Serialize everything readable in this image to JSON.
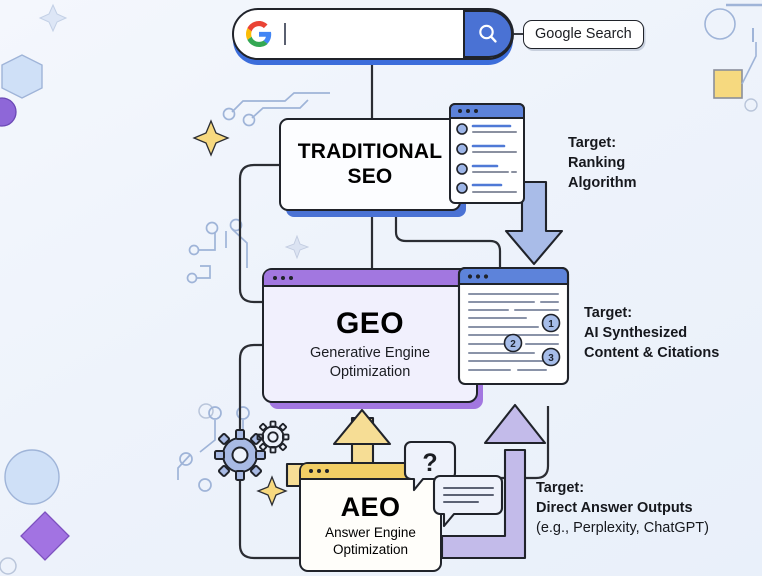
{
  "search": {
    "placeholder": "",
    "value": "",
    "logo_icon": "google-g-logo",
    "button_icon": "magnifier-icon",
    "callout_label": "Google Search"
  },
  "nodes": {
    "seo": {
      "title_line1": "TRADITIONAL",
      "title_line2": "SEO",
      "mockup_icon": "search-results-window"
    },
    "geo": {
      "title": "GEO",
      "subtitle_line1": "Generative Engine",
      "subtitle_line2": "Optimization",
      "mockup_icon": "ai-answer-window",
      "citation_badges": [
        "1",
        "2",
        "3"
      ]
    },
    "aeo": {
      "title": "AEO",
      "subtitle_line1": "Answer Engine",
      "subtitle_line2": "Optimization",
      "question_glyph": "?",
      "bubble_icon": "chat-answer-bubble"
    }
  },
  "targets": {
    "seo": {
      "line1": "Target:",
      "line2": "Ranking",
      "line3": "Algorithm"
    },
    "geo": {
      "line1": "Target:",
      "line2": "AI Synthesized",
      "line3": "Content & Citations"
    },
    "aeo": {
      "line1": "Target:",
      "line2": "Direct Answer Outputs",
      "line3": "(e.g., Perplexity, ChatGPT)"
    }
  },
  "colors": {
    "background": "#eef3fb",
    "seo_accent": "#4a72d4",
    "geo_accent": "#a277e0",
    "aeo_accent": "#f2ce65",
    "outline": "#20232a",
    "arrow_blue": "#a9bce8",
    "arrow_purple": "#c3bbea",
    "arrow_yellow": "#f6dd95"
  },
  "decor": {
    "icons": [
      "sparkle-icon",
      "sparkle-icon",
      "sparkle-icon",
      "sparkle-icon",
      "hexagon-shape",
      "circle-shape",
      "diamond-shape",
      "square-shape",
      "gear-icon",
      "gear-icon",
      "circuit-trace"
    ]
  }
}
